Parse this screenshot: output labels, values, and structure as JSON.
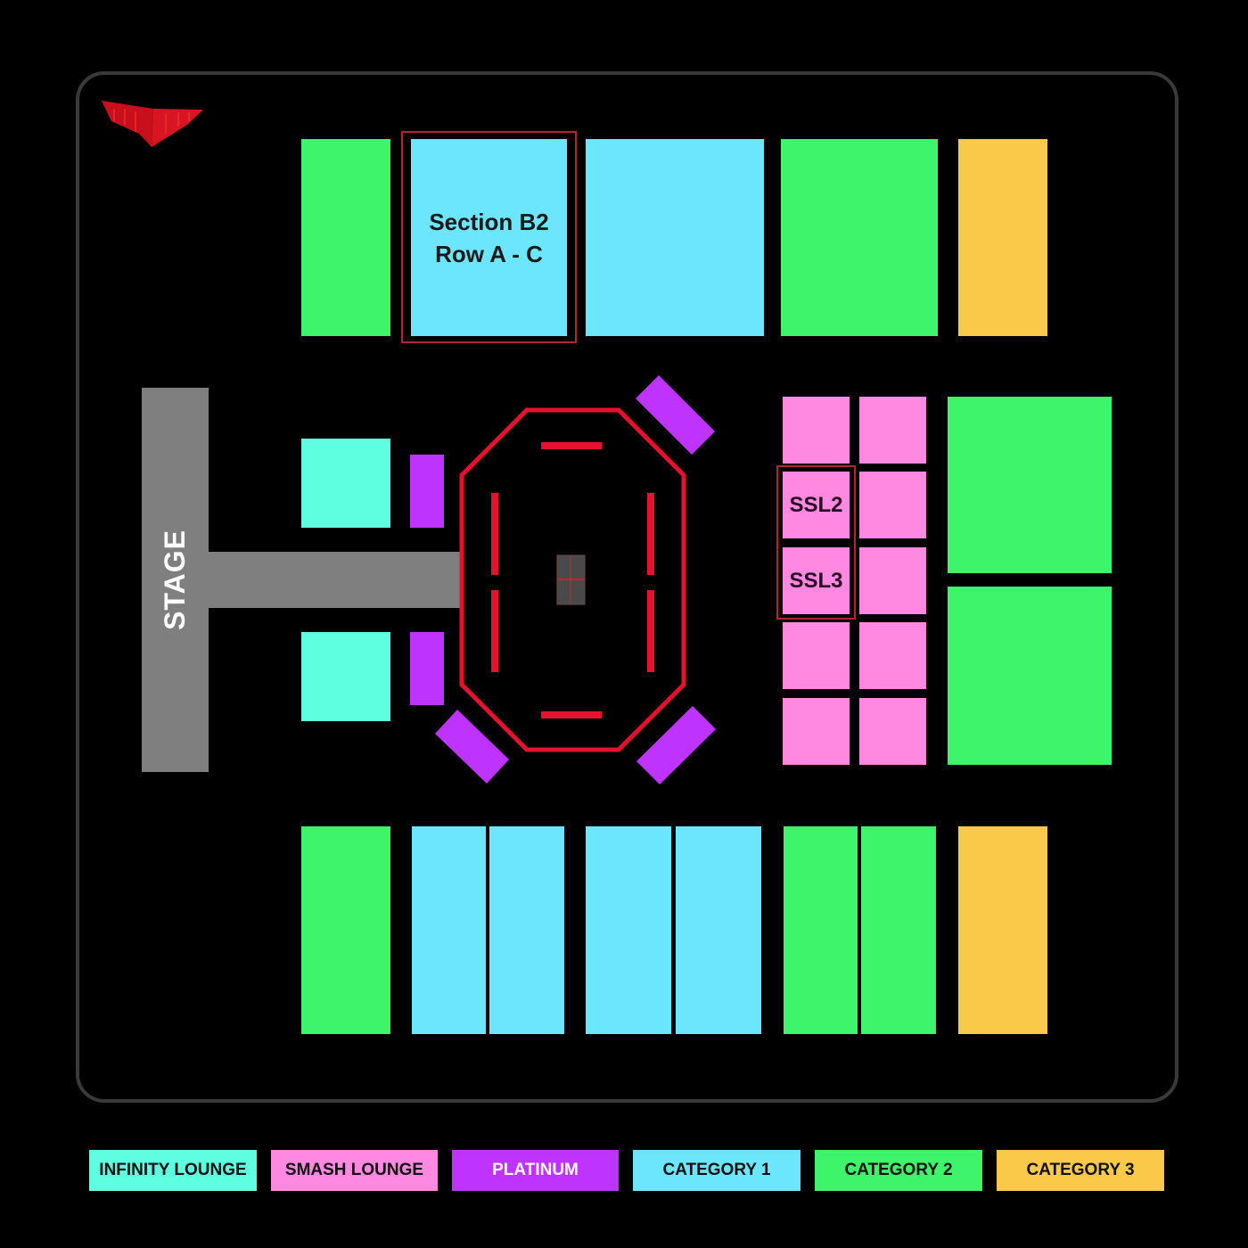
{
  "colors": {
    "infinity_lounge": "#5effe0",
    "smash_lounge": "#ff88e0",
    "platinum": "#bf33ff",
    "category_1": "#6be6fc",
    "category_2": "#3df46a",
    "category_3": "#fbc94a",
    "stage": "#7f7f7f",
    "ring": "#e8112d",
    "highlight": "#b3262f",
    "frame": "#3a3a3a"
  },
  "logo": {
    "icon": "venue-logo-icon"
  },
  "stage": {
    "label": "STAGE"
  },
  "highlighted_sections": [
    {
      "line1": "Section B2",
      "line2": "Row A - C"
    },
    {
      "label": "SSL2"
    },
    {
      "label": "SSL3"
    }
  ],
  "legend": [
    {
      "label": "INFINITY LOUNGE",
      "color": "#5effe0",
      "text_color": "#111"
    },
    {
      "label": "SMASH LOUNGE",
      "color": "#ff88e0",
      "text_color": "#111"
    },
    {
      "label": "PLATINUM",
      "color": "#bf33ff",
      "text_color": "#ffffff"
    },
    {
      "label": "CATEGORY 1",
      "color": "#6be6fc",
      "text_color": "#111"
    },
    {
      "label": "CATEGORY 2",
      "color": "#3df46a",
      "text_color": "#111"
    },
    {
      "label": "CATEGORY 3",
      "color": "#fbc94a",
      "text_color": "#111"
    }
  ]
}
